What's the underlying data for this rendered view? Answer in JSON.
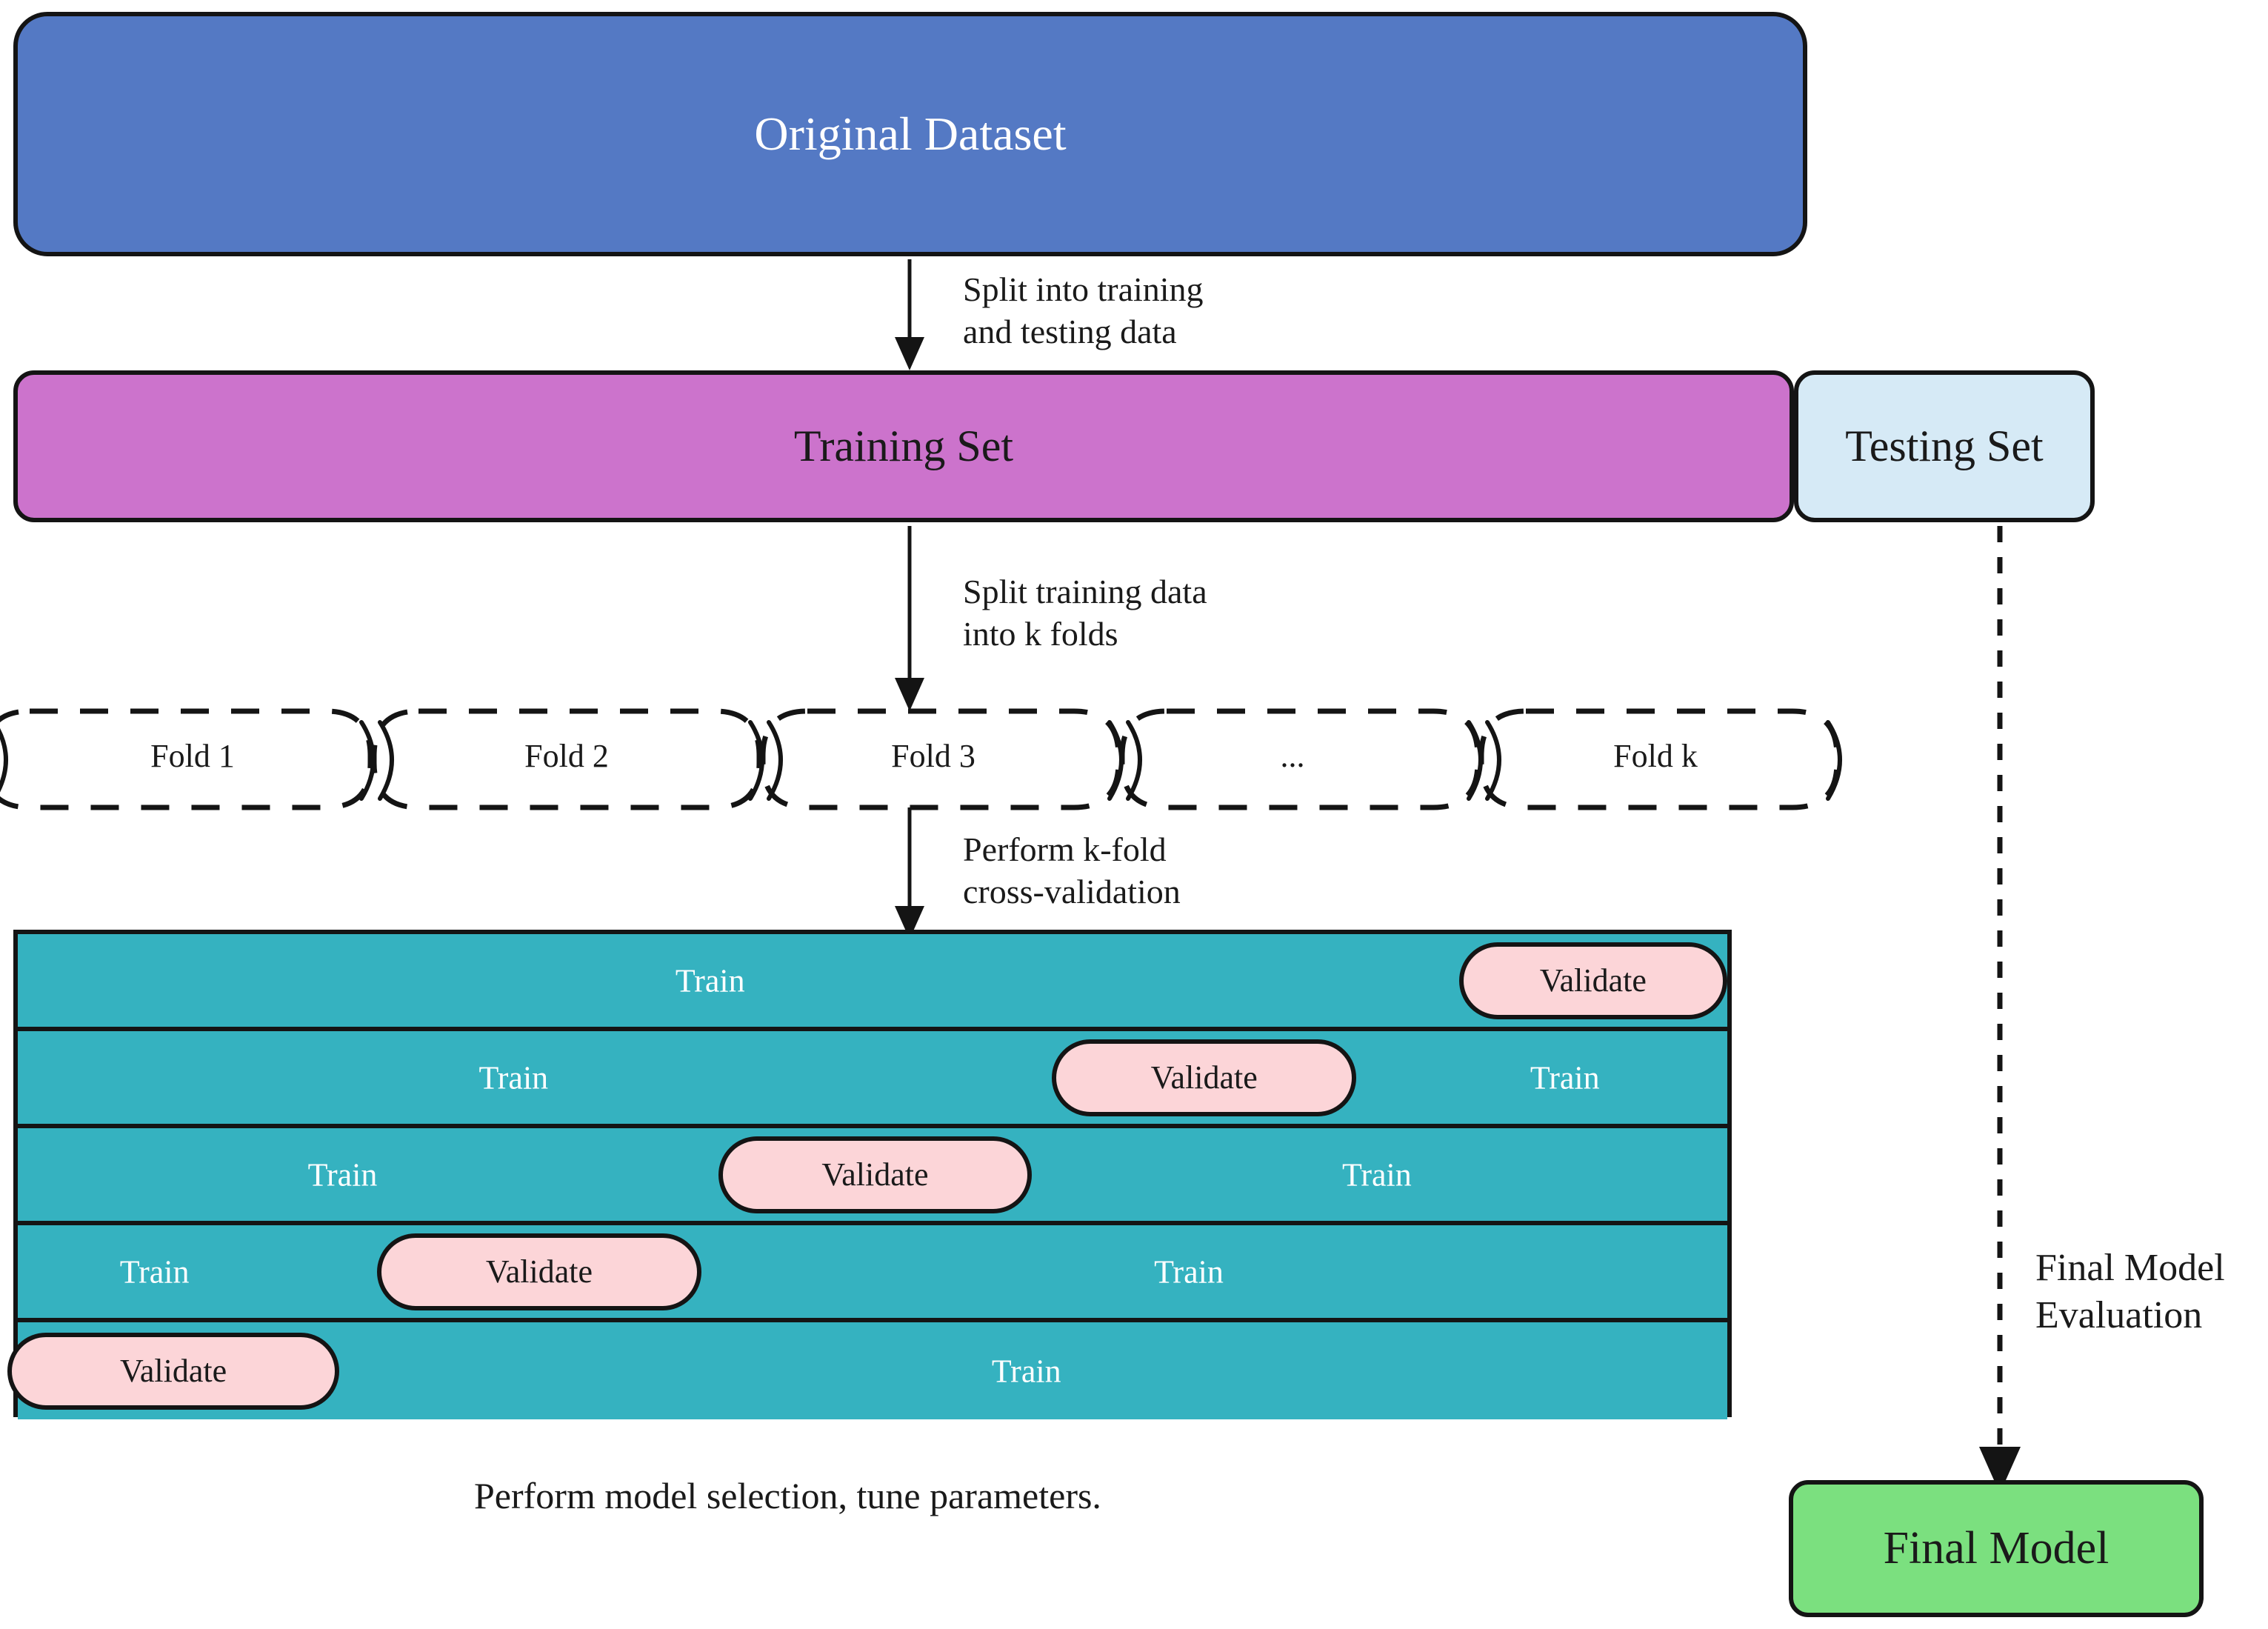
{
  "diagram": {
    "title_nodes": {
      "original_dataset": "Original Dataset",
      "training_set": "Training Set",
      "testing_set": "Testing Set",
      "final_model": "Final Model"
    },
    "edge_labels": {
      "split_train_test": "Split into training\nand testing data",
      "split_k_folds": "Split training data\ninto k folds",
      "perform_cv": "Perform k-fold\ncross-validation",
      "final_model_evaluation": "Final Model\nEvaluation"
    },
    "caption": "Perform model selection, tune parameters.",
    "folds": [
      {
        "label": "Fold 1"
      },
      {
        "label": "Fold 2"
      },
      {
        "label": "Fold 3"
      },
      {
        "label": "..."
      },
      {
        "label": "Fold k"
      }
    ],
    "cv_rows": [
      {
        "segments": [
          {
            "kind": "train",
            "label": "Train",
            "center_pct": 40.5
          },
          {
            "kind": "validate",
            "label": "Validate",
            "left_pct": 84.3,
            "width_pct": 15.7
          }
        ]
      },
      {
        "segments": [
          {
            "kind": "train",
            "label": "Train",
            "center_pct": 29.0
          },
          {
            "kind": "validate",
            "label": "Validate",
            "left_pct": 60.5,
            "width_pct": 17.8
          },
          {
            "kind": "train",
            "label": "Train",
            "center_pct": 90.5
          }
        ]
      },
      {
        "segments": [
          {
            "kind": "train",
            "label": "Train",
            "center_pct": 19.0
          },
          {
            "kind": "validate",
            "label": "Validate",
            "left_pct": 41.0,
            "width_pct": 18.3
          },
          {
            "kind": "train",
            "label": "Train",
            "center_pct": 79.5
          }
        ]
      },
      {
        "segments": [
          {
            "kind": "train",
            "label": "Train",
            "center_pct": 8.0
          },
          {
            "kind": "validate",
            "label": "Validate",
            "left_pct": 21.0,
            "width_pct": 19.0
          },
          {
            "kind": "train",
            "label": "Train",
            "center_pct": 68.5
          }
        ]
      },
      {
        "segments": [
          {
            "kind": "validate",
            "label": "Validate",
            "left_pct": -0.6,
            "width_pct": 19.4
          },
          {
            "kind": "train",
            "label": "Train",
            "center_pct": 59.0
          }
        ]
      }
    ],
    "colors": {
      "original_dataset": "#5479C4",
      "training_set": "#CC73CC",
      "testing_set": "#D6EAF6",
      "train_segment": "#35B2C0",
      "validate_segment": "#FCD5D8",
      "final_model": "#7BE07F",
      "stroke": "#141414",
      "background": "#FFFFFF"
    }
  }
}
